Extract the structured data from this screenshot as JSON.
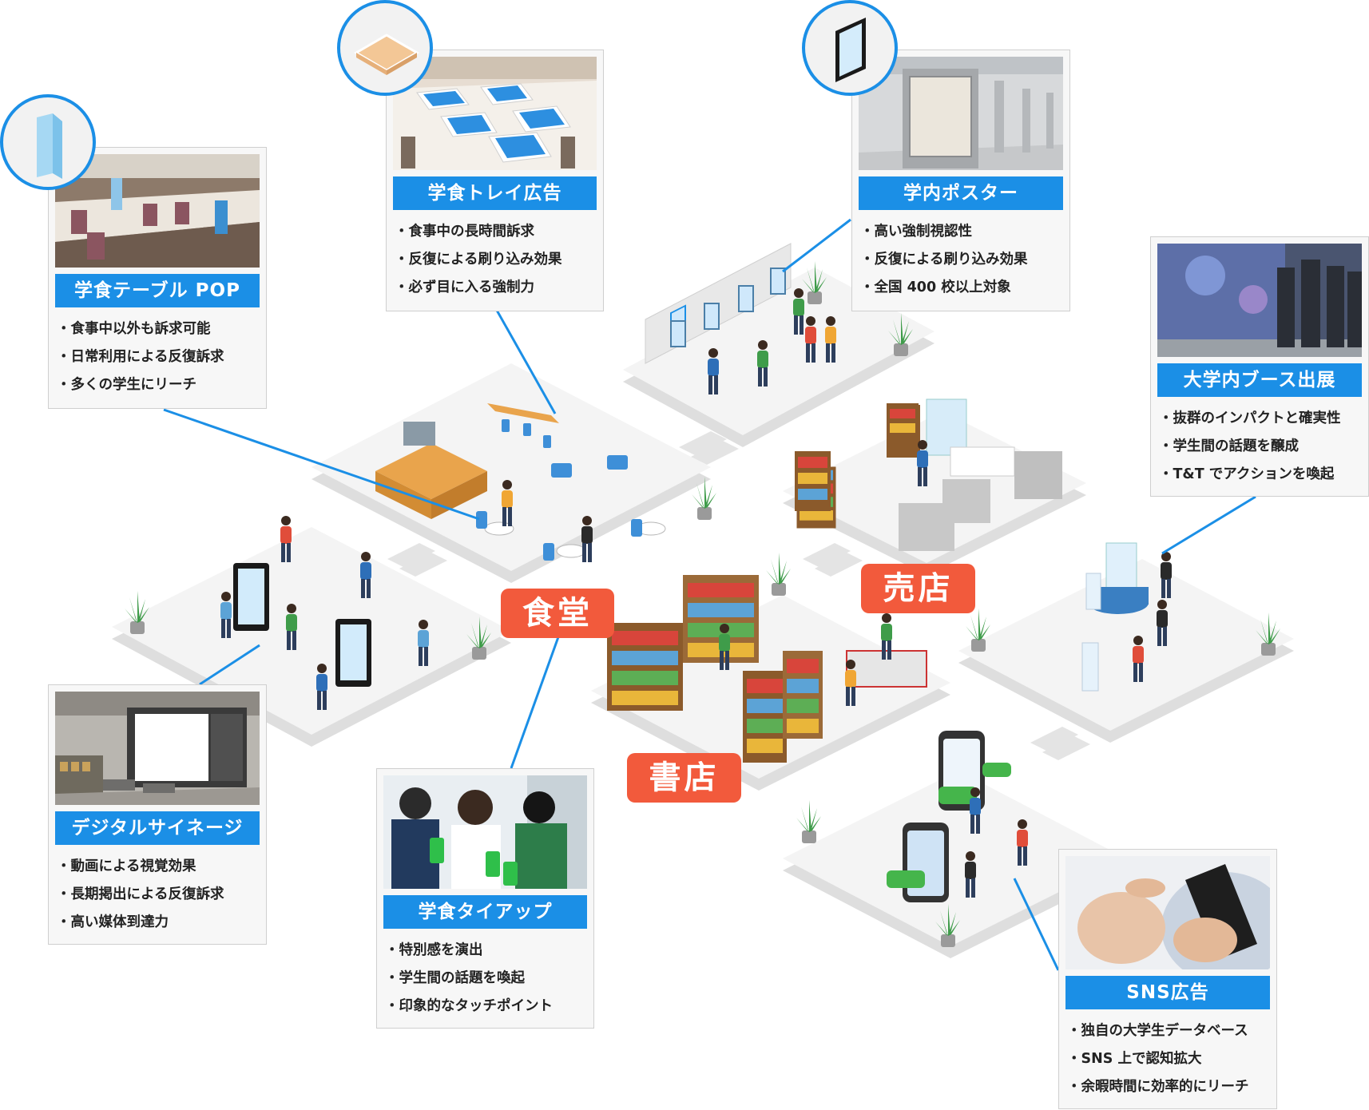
{
  "zones": {
    "cafeteria": "食堂",
    "shop": "売店",
    "bookstore": "書店"
  },
  "cards": {
    "table_pop": {
      "title": "学食テーブル POP",
      "items": [
        "食事中以外も訴求可能",
        "日常利用による反復訴求",
        "多くの学生にリーチ"
      ]
    },
    "tray_ad": {
      "title": "学食トレイ広告",
      "items": [
        "食事中の長時間訴求",
        "反復による刷り込み効果",
        "必ず目に入る強制力"
      ]
    },
    "campus_poster": {
      "title": "学内ポスター",
      "items": [
        "高い強制視認性",
        "反復による刷り込み効果",
        "全国 400 校以上対象"
      ]
    },
    "campus_booth": {
      "title": "大学内ブース出展",
      "items": [
        "抜群のインパクトと確実性",
        "学生間の話題を醸成",
        "T&T でアクションを喚起"
      ]
    },
    "digital_signage": {
      "title": "デジタルサイネージ",
      "items": [
        "動画による視覚効果",
        "長期掲出による反復訴求",
        "高い媒体到達力"
      ]
    },
    "cafeteria_tieup": {
      "title": "学食タイアップ",
      "items": [
        "特別感を演出",
        "学生間の話題を喚起",
        "印象的なタッチポイント"
      ]
    },
    "sns_ad": {
      "title": "SNS広告",
      "items": [
        "独自の大学生データベース",
        "SNS 上で認知拡大",
        "余暇時間に効率的にリーチ"
      ]
    }
  },
  "colors": {
    "accent_blue": "#1b8fe6",
    "zone_red": "#f25a3c",
    "floor": "#f4f4f4",
    "floor_side": "#dedede"
  },
  "icons": [
    "table-pop-stand-icon",
    "tray-icon",
    "poster-panel-icon"
  ]
}
